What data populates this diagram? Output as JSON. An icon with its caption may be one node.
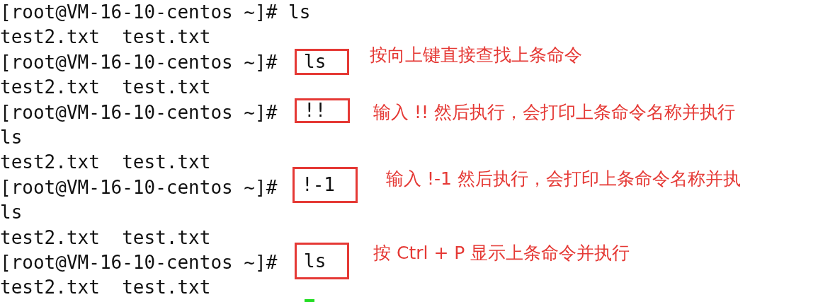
{
  "diagram": {
    "nodes": [
      {
        "text": [
          "ls"
        ],
        "beside": [
          "按向上键直接查找上条命令"
        ]
      },
      {
        "text": [
          "!!"
        ],
        "beside": [
          "输入 !! 然后执行，会打印上条命令名称并执行"
        ]
      },
      {
        "text": [
          "!-1"
        ],
        "beside": [
          "输入 !-1 然后执行，会打印上条命令名称并执"
        ]
      },
      {
        "text": [
          "ls"
        ],
        "beside": [
          "按 Ctrl + P 显示上条命令并执行"
        ]
      }
    ],
    "labels": [
      "[root@VM-16-10-centos ~]# ls",
      "test2.txt  test.txt",
      "[root@VM-16-10-centos ~]#",
      "test2.txt  test.txt",
      "[root@VM-16-10-centos ~]#",
      "ls",
      "test2.txt  test.txt",
      "[root@VM-16-10-centos ~]#",
      "ls",
      "test2.txt  test.txt",
      "[root@VM-16-10-centos ~]#",
      "test2.txt  test.txt"
    ]
  }
}
